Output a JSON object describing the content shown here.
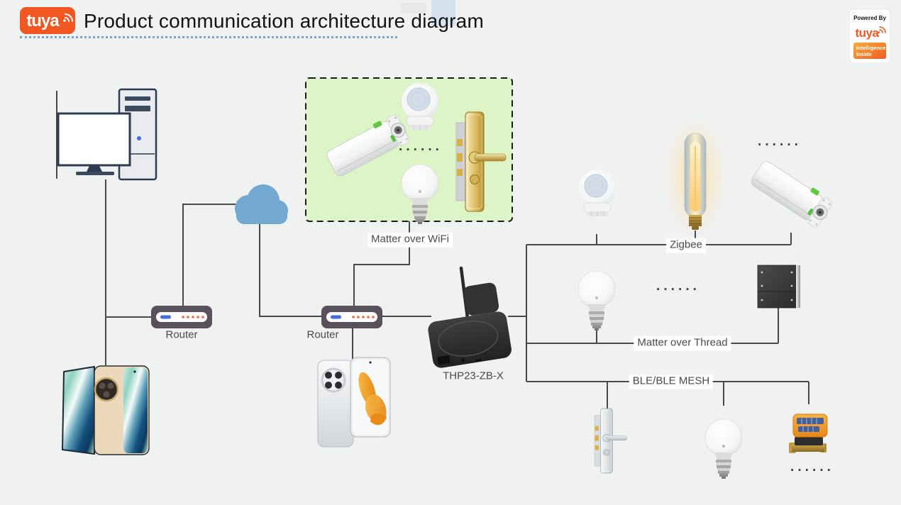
{
  "header": {
    "logo_text": "tuya",
    "title": "Product communication architecture diagram"
  },
  "badge": {
    "powered_by": "Powered By",
    "brand": "tuya",
    "tagline_line1": "Intelligence",
    "tagline_line2": "Inside"
  },
  "labels": {
    "matter_over_wifi": "Matter over WiFi",
    "router_left": "Router",
    "router_center": "Router",
    "gateway_model": "THP23-ZB-X",
    "zigbee": "Zigbee",
    "matter_over_thread": "Matter over Thread",
    "ble_mesh": "BLE/BLE MESH",
    "dots": "······"
  },
  "devices": {
    "computer": "desktop-computer",
    "cloud": "internet-cloud",
    "router_left": "wifi-router",
    "router_center": "wifi-router",
    "gateway": "zigbee-gateway THP23-ZB-X",
    "matter_over_wifi_group": [
      "curtain-robot",
      "motion-sensor",
      "light-bulb",
      "door-lock"
    ],
    "zigbee_group": [
      "motion-sensor",
      "filament-tube-bulb",
      "curtain-robot"
    ],
    "matter_over_thread_group": [
      "light-bulb",
      "scene-switch-panel"
    ],
    "ble_group": [
      "door-lock",
      "light-bulb",
      "smart-valve-controller"
    ],
    "phones": [
      "foldable-phone",
      "smartphone"
    ]
  },
  "colors": {
    "background": "#f0f1f1",
    "connection_line": "#4a4a4a",
    "brand_orange": "#f25621",
    "wifi_zone_fill": "#dcf4c6",
    "cloud_blue": "#73a9d1",
    "label_text": "#4a4a4a",
    "router_body": "#57525c",
    "router_dots": "#df6f3c",
    "router_dash_blue": "#3f6ce0"
  }
}
